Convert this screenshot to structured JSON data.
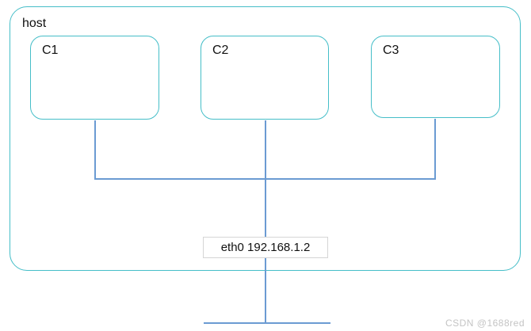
{
  "diagram": {
    "host": {
      "label": "host"
    },
    "containers": [
      {
        "label": "C1"
      },
      {
        "label": "C2"
      },
      {
        "label": "C3"
      }
    ],
    "interface": {
      "label": "eth0 192.168.1.2"
    },
    "watermark": "CSDN @1688red",
    "colors": {
      "box_border": "#45bec8",
      "connector": "#6b9bd2",
      "label_box_border": "#d5d5d5",
      "text": "#111111",
      "watermark": "#c4c4c4"
    }
  }
}
